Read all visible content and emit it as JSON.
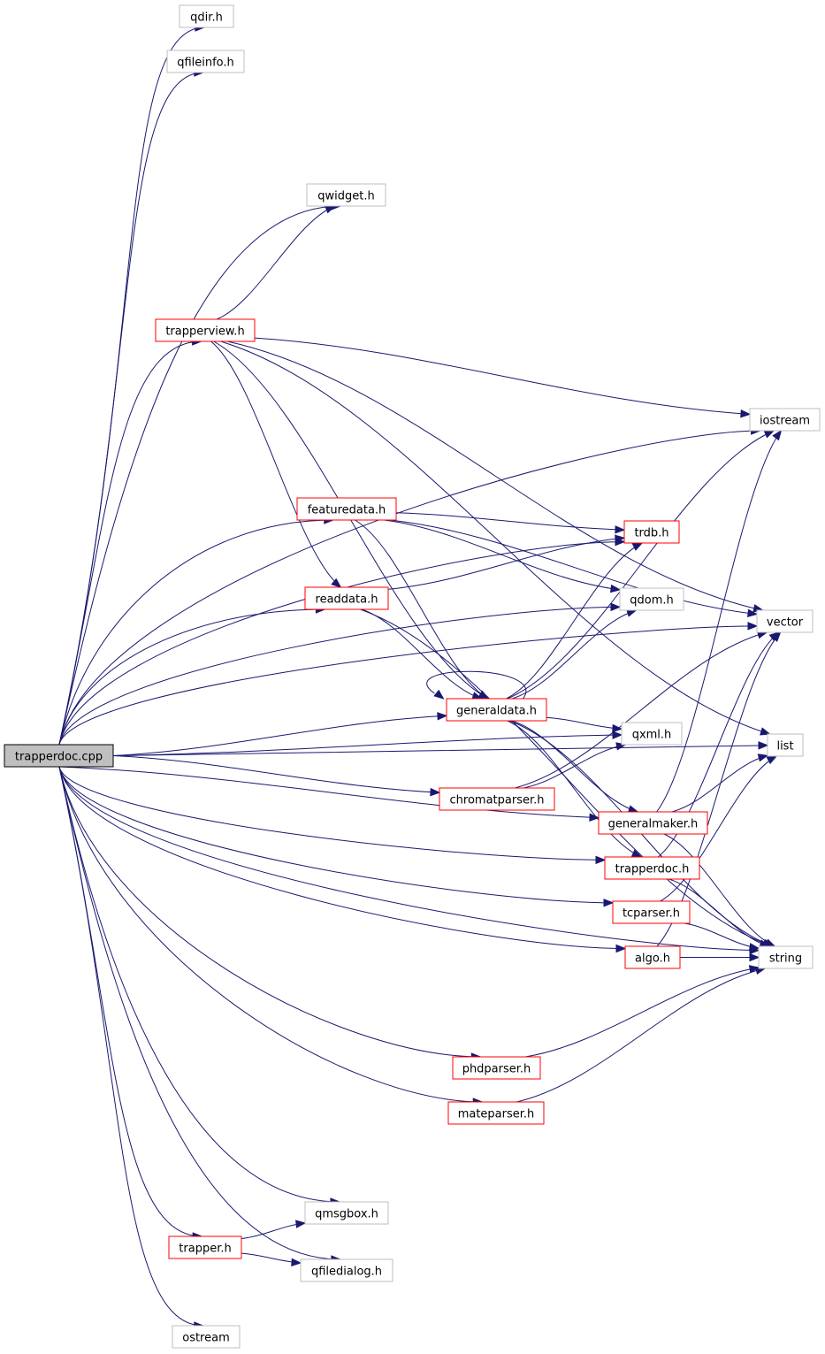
{
  "diagram": {
    "nodes": [
      {
        "id": "trapperdoc_cpp",
        "label": "trapperdoc.cpp",
        "kind": "root"
      },
      {
        "id": "qdir",
        "label": "qdir.h",
        "kind": "external"
      },
      {
        "id": "qfileinfo",
        "label": "qfileinfo.h",
        "kind": "external"
      },
      {
        "id": "qwidget",
        "label": "qwidget.h",
        "kind": "external"
      },
      {
        "id": "trapperview",
        "label": "trapperview.h",
        "kind": "documented"
      },
      {
        "id": "iostream",
        "label": "iostream",
        "kind": "external"
      },
      {
        "id": "featuredata",
        "label": "featuredata.h",
        "kind": "documented"
      },
      {
        "id": "trdb",
        "label": "trdb.h",
        "kind": "documented"
      },
      {
        "id": "readdata",
        "label": "readdata.h",
        "kind": "documented"
      },
      {
        "id": "qdom",
        "label": "qdom.h",
        "kind": "external"
      },
      {
        "id": "vector",
        "label": "vector",
        "kind": "external"
      },
      {
        "id": "generaldata",
        "label": "generaldata.h",
        "kind": "documented"
      },
      {
        "id": "qxml",
        "label": "qxml.h",
        "kind": "external"
      },
      {
        "id": "list",
        "label": "list",
        "kind": "external"
      },
      {
        "id": "chromatparser",
        "label": "chromatparser.h",
        "kind": "documented"
      },
      {
        "id": "generalmaker",
        "label": "generalmaker.h",
        "kind": "documented"
      },
      {
        "id": "trapperdoc_h",
        "label": "trapperdoc.h",
        "kind": "documented"
      },
      {
        "id": "tcparser",
        "label": "tcparser.h",
        "kind": "documented"
      },
      {
        "id": "algo",
        "label": "algo.h",
        "kind": "documented"
      },
      {
        "id": "string",
        "label": "string",
        "kind": "external"
      },
      {
        "id": "phdparser",
        "label": "phdparser.h",
        "kind": "documented"
      },
      {
        "id": "mateparser",
        "label": "mateparser.h",
        "kind": "documented"
      },
      {
        "id": "qmsgbox",
        "label": "qmsgbox.h",
        "kind": "external"
      },
      {
        "id": "trapper",
        "label": "trapper.h",
        "kind": "documented"
      },
      {
        "id": "qfiledialog",
        "label": "qfiledialog.h",
        "kind": "external"
      },
      {
        "id": "ostream",
        "label": "ostream",
        "kind": "external"
      }
    ],
    "edges": [
      {
        "from": "trapperdoc_cpp",
        "to": "qdir"
      },
      {
        "from": "trapperdoc_cpp",
        "to": "qfileinfo"
      },
      {
        "from": "trapperdoc_cpp",
        "to": "iostream"
      },
      {
        "from": "trapperdoc_cpp",
        "to": "qwidget"
      },
      {
        "from": "trapperdoc_cpp",
        "to": "vector"
      },
      {
        "from": "trapperdoc_cpp",
        "to": "trapperview"
      },
      {
        "from": "trapperdoc_cpp",
        "to": "list"
      },
      {
        "from": "trapperdoc_cpp",
        "to": "trdb"
      },
      {
        "from": "trapperdoc_cpp",
        "to": "featuredata"
      },
      {
        "from": "trapperdoc_cpp",
        "to": "readdata"
      },
      {
        "from": "trapperdoc_cpp",
        "to": "qdom"
      },
      {
        "from": "trapperdoc_cpp",
        "to": "generaldata"
      },
      {
        "from": "trapperdoc_cpp",
        "to": "qxml"
      },
      {
        "from": "trapperdoc_cpp",
        "to": "chromatparser"
      },
      {
        "from": "trapperdoc_cpp",
        "to": "generalmaker"
      },
      {
        "from": "trapperdoc_cpp",
        "to": "trapperdoc_h"
      },
      {
        "from": "trapperdoc_cpp",
        "to": "tcparser"
      },
      {
        "from": "trapperdoc_cpp",
        "to": "algo"
      },
      {
        "from": "trapperdoc_cpp",
        "to": "phdparser"
      },
      {
        "from": "trapperdoc_cpp",
        "to": "mateparser"
      },
      {
        "from": "trapperdoc_cpp",
        "to": "string"
      },
      {
        "from": "trapperdoc_cpp",
        "to": "qmsgbox"
      },
      {
        "from": "trapperdoc_cpp",
        "to": "trapper"
      },
      {
        "from": "trapperdoc_cpp",
        "to": "qfiledialog"
      },
      {
        "from": "trapperdoc_cpp",
        "to": "ostream"
      },
      {
        "from": "trapperview",
        "to": "qwidget"
      },
      {
        "from": "trapperview",
        "to": "iostream"
      },
      {
        "from": "trapperview",
        "to": "vector"
      },
      {
        "from": "trapperview",
        "to": "list"
      },
      {
        "from": "trapperview",
        "to": "readdata"
      },
      {
        "from": "trapperview",
        "to": "generaldata"
      },
      {
        "from": "featuredata",
        "to": "trdb"
      },
      {
        "from": "featuredata",
        "to": "qdom"
      },
      {
        "from": "featuredata",
        "to": "vector"
      },
      {
        "from": "featuredata",
        "to": "generaldata"
      },
      {
        "from": "readdata",
        "to": "trdb"
      },
      {
        "from": "readdata",
        "to": "generaldata"
      },
      {
        "from": "readdata",
        "to": "string"
      },
      {
        "from": "generaldata",
        "to": "generaldata"
      },
      {
        "from": "generaldata",
        "to": "trdb"
      },
      {
        "from": "generaldata",
        "to": "qdom"
      },
      {
        "from": "generaldata",
        "to": "iostream"
      },
      {
        "from": "generaldata",
        "to": "qxml"
      },
      {
        "from": "generaldata",
        "to": "generalmaker"
      },
      {
        "from": "generaldata",
        "to": "trapperdoc_h"
      },
      {
        "from": "generaldata",
        "to": "string"
      },
      {
        "from": "chromatparser",
        "to": "qxml"
      },
      {
        "from": "chromatparser",
        "to": "vector"
      },
      {
        "from": "generalmaker",
        "to": "iostream"
      },
      {
        "from": "generalmaker",
        "to": "list"
      },
      {
        "from": "generalmaker",
        "to": "string"
      },
      {
        "from": "trapperdoc_h",
        "to": "vector"
      },
      {
        "from": "trapperdoc_h",
        "to": "string"
      },
      {
        "from": "tcparser",
        "to": "list"
      },
      {
        "from": "tcparser",
        "to": "string"
      },
      {
        "from": "algo",
        "to": "vector"
      },
      {
        "from": "algo",
        "to": "string"
      },
      {
        "from": "phdparser",
        "to": "string"
      },
      {
        "from": "mateparser",
        "to": "string"
      },
      {
        "from": "trapper",
        "to": "qmsgbox"
      },
      {
        "from": "trapper",
        "to": "qfiledialog"
      }
    ],
    "colors": {
      "edge": "#191970",
      "documented_border": "#ff0000",
      "external_border": "#bfbfbf",
      "root_fill": "#bfbfbf"
    }
  }
}
